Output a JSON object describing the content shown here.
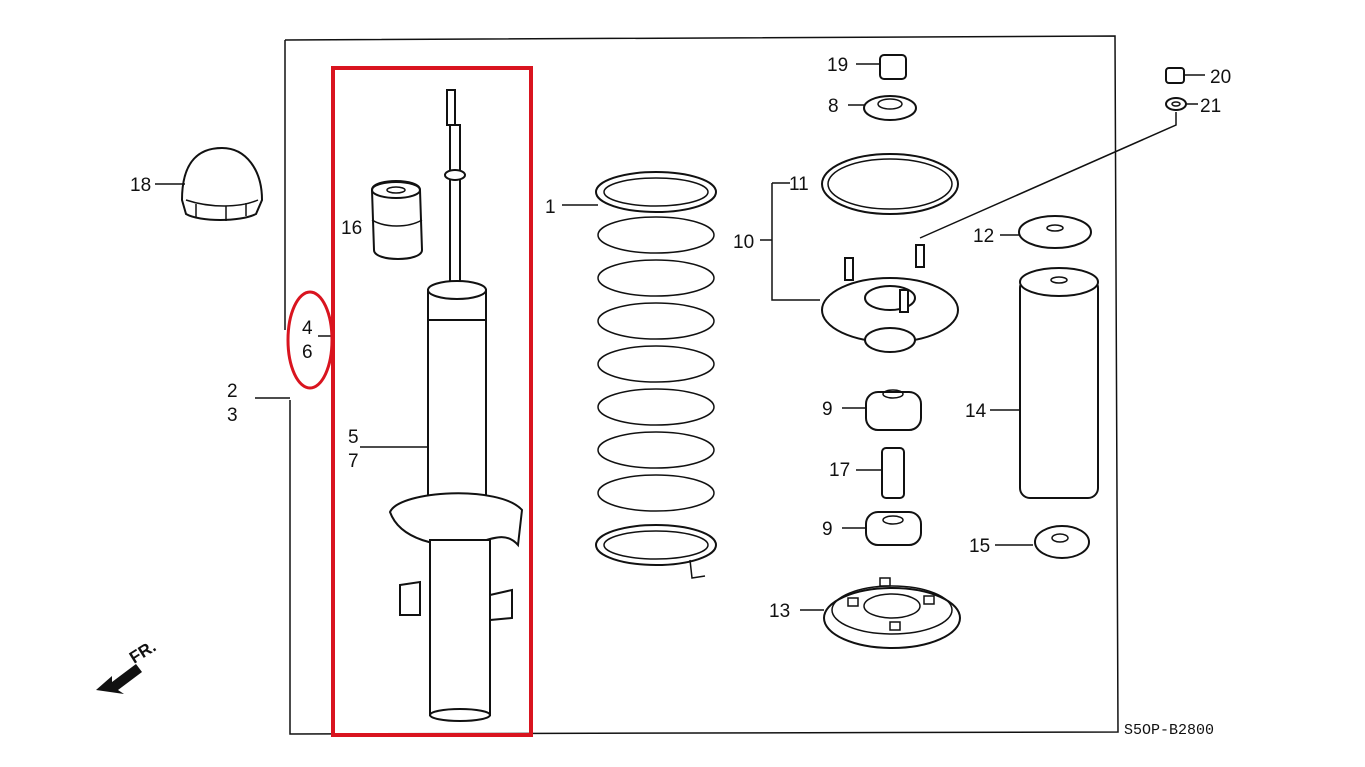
{
  "diagram": {
    "code": "S5OP-B2800",
    "direction": "FR.",
    "highlight_color": "#d9141f",
    "labels": {
      "p1": "1",
      "p2": "2",
      "p3": "3",
      "p4": "4",
      "p5": "5",
      "p6": "6",
      "p7": "7",
      "p8": "8",
      "p9a": "9",
      "p9b": "9",
      "p10": "10",
      "p11": "11",
      "p12": "12",
      "p13": "13",
      "p14": "14",
      "p15": "15",
      "p16": "16",
      "p17": "17",
      "p18": "18",
      "p19": "19",
      "p20": "20",
      "p21": "21"
    }
  }
}
